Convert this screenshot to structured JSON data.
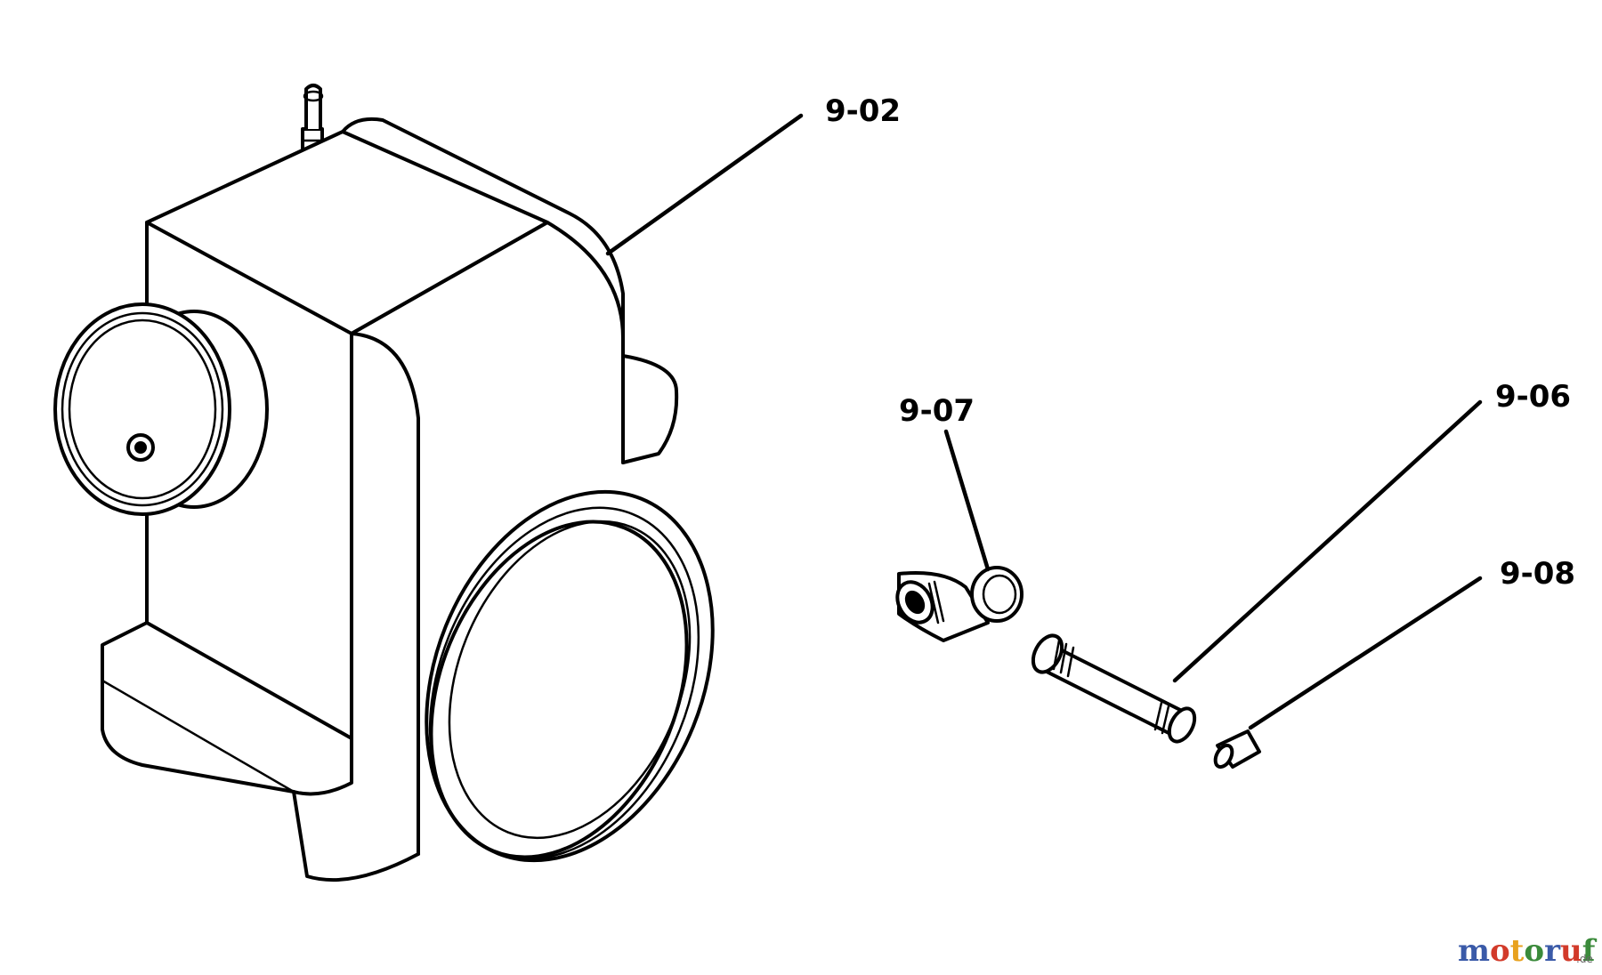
{
  "callouts": [
    {
      "id": "9-02",
      "label": "9-02"
    },
    {
      "id": "9-07",
      "label": "9-07"
    },
    {
      "id": "9-06",
      "label": "9-06"
    },
    {
      "id": "9-08",
      "label": "9-08"
    }
  ],
  "watermark": {
    "letters": [
      "m",
      "o",
      "t",
      "o",
      "r",
      "u",
      "f"
    ],
    "colors": [
      "#3a5aa8",
      "#d23a2a",
      "#e8a21f",
      "#3a8a3a",
      "#3a5aa8",
      "#d23a2a",
      "#3a8a3a"
    ],
    "suffix": ".de"
  }
}
